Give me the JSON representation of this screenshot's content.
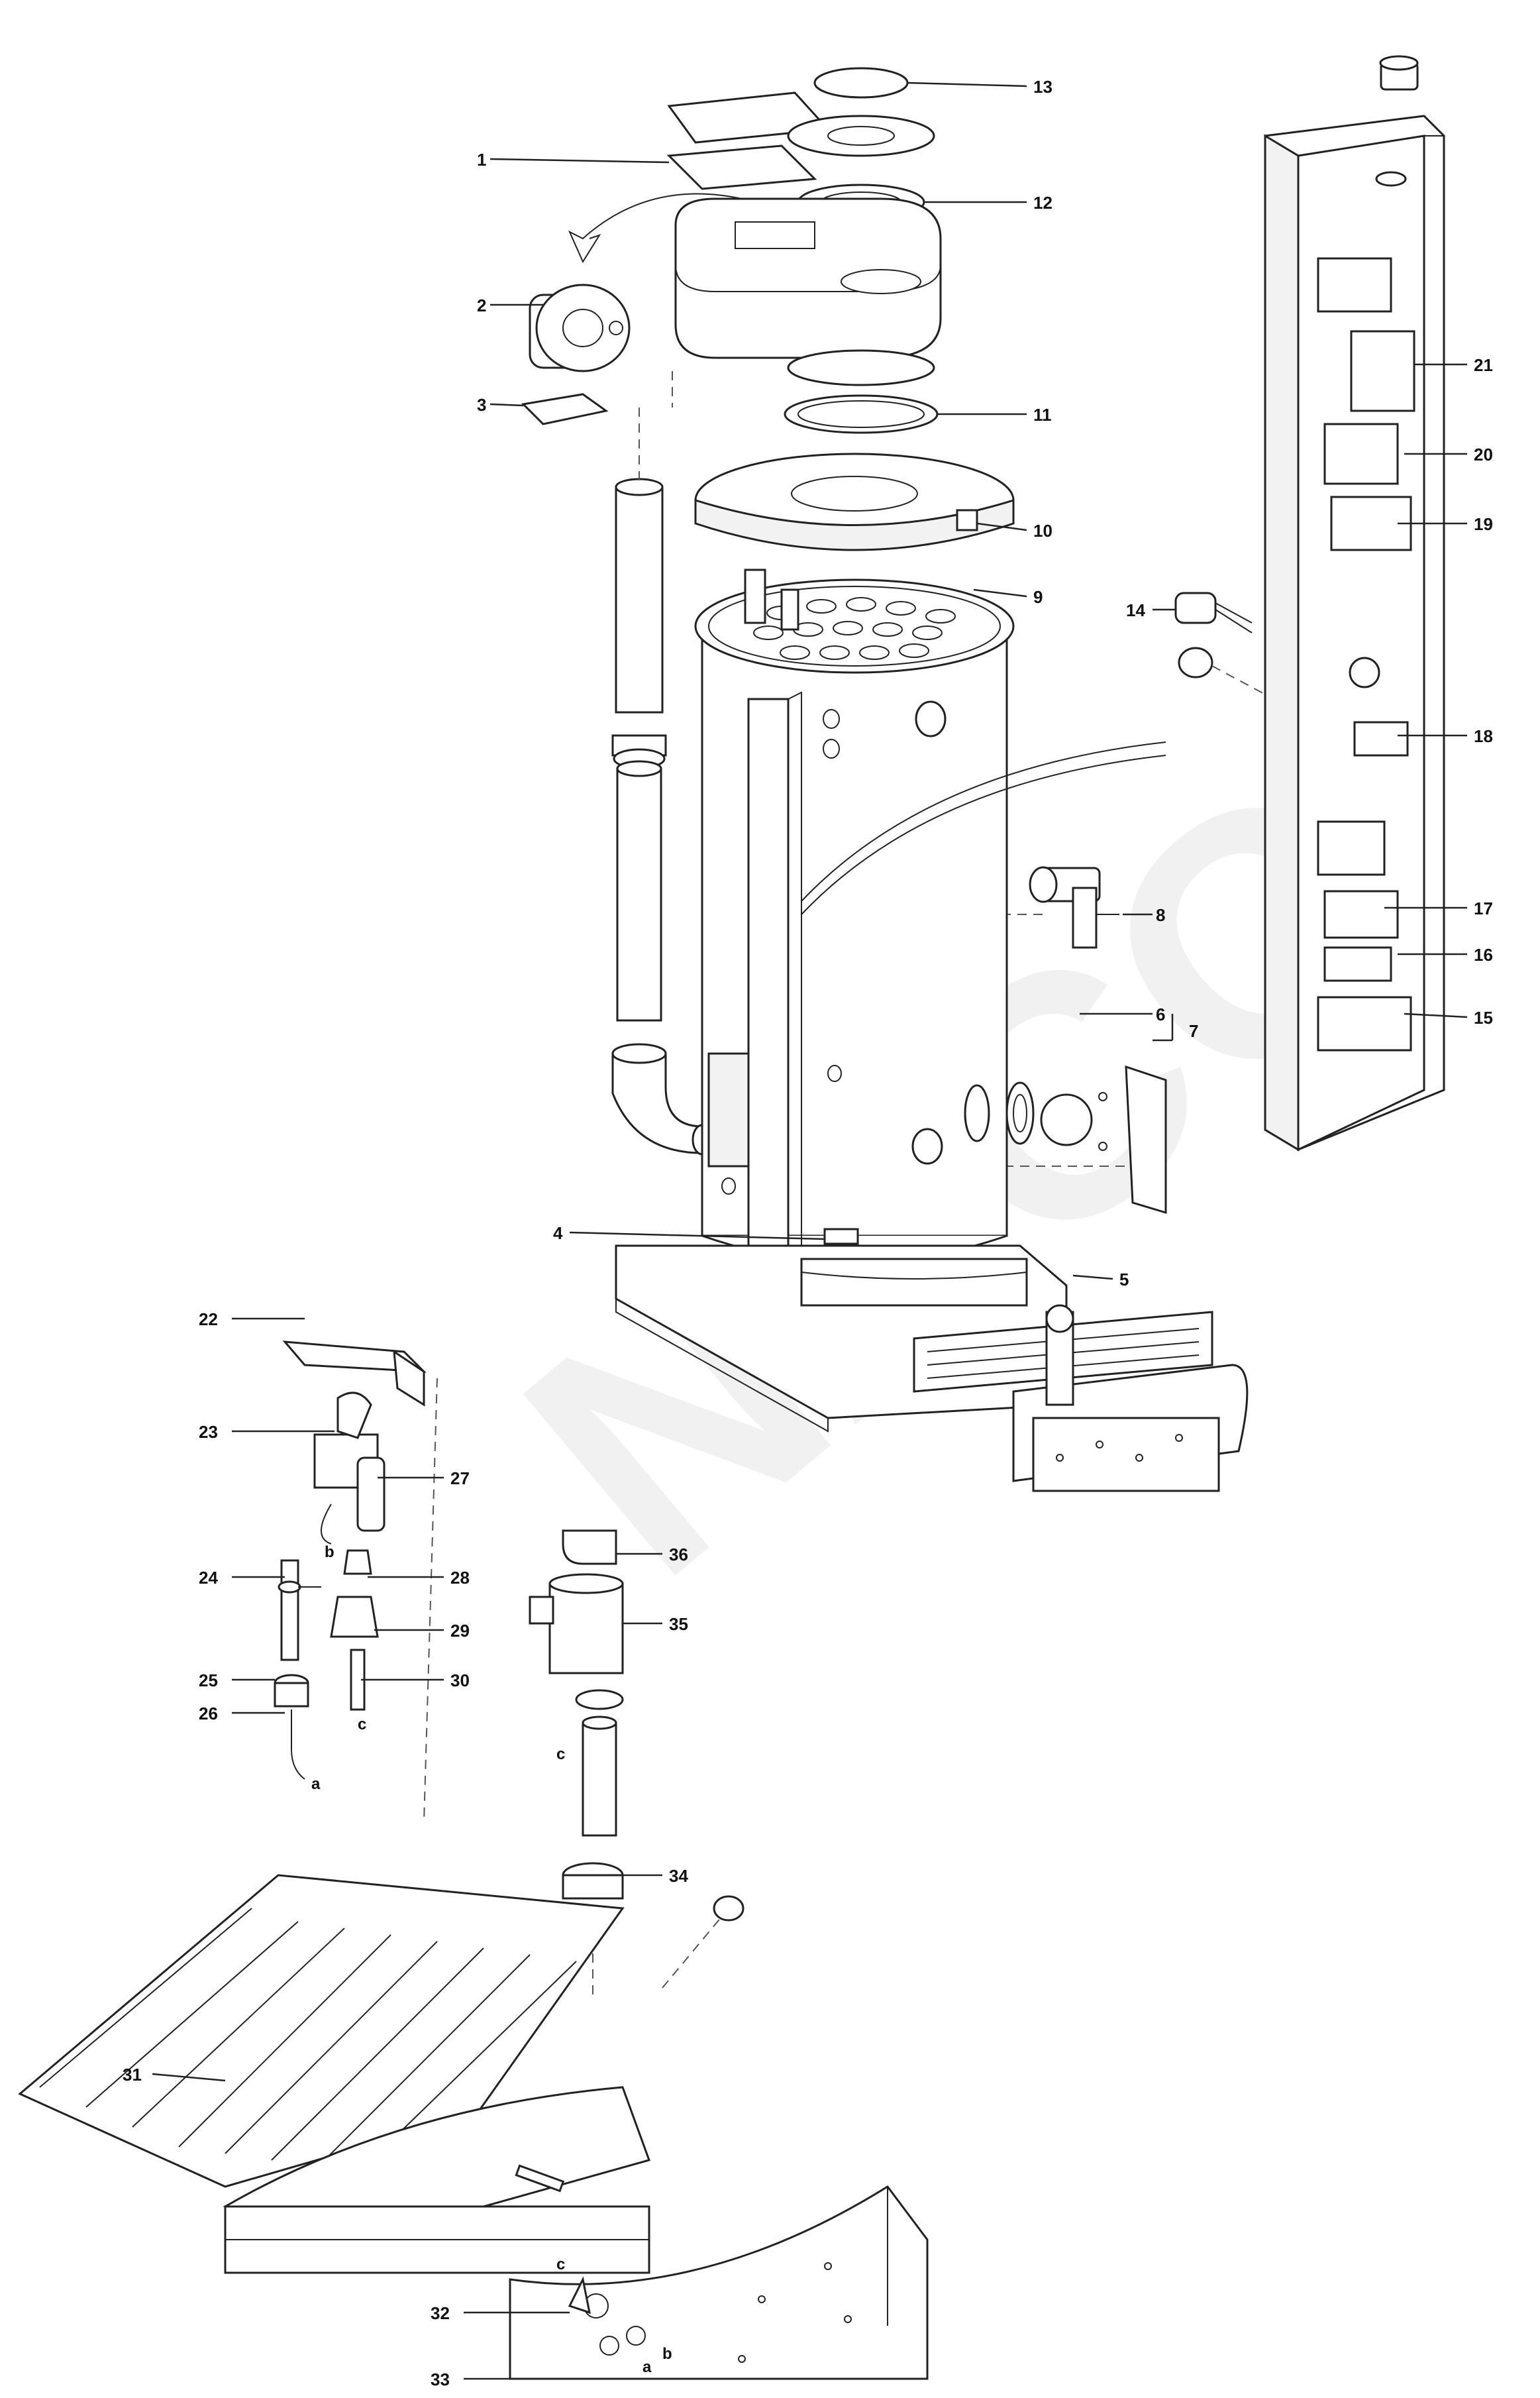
{
  "diagram": {
    "watermark": "NACO",
    "callouts": [
      "1",
      "2",
      "3",
      "4",
      "5",
      "6",
      "7",
      "8",
      "9",
      "10",
      "11",
      "12",
      "13",
      "14",
      "15",
      "16",
      "17",
      "18",
      "19",
      "20",
      "21",
      "22",
      "23",
      "24",
      "25",
      "26",
      "27",
      "28",
      "29",
      "30",
      "31",
      "32",
      "33",
      "34",
      "35",
      "36"
    ],
    "letters": [
      "a",
      "b",
      "c",
      "c",
      "c",
      "a",
      "b"
    ]
  }
}
